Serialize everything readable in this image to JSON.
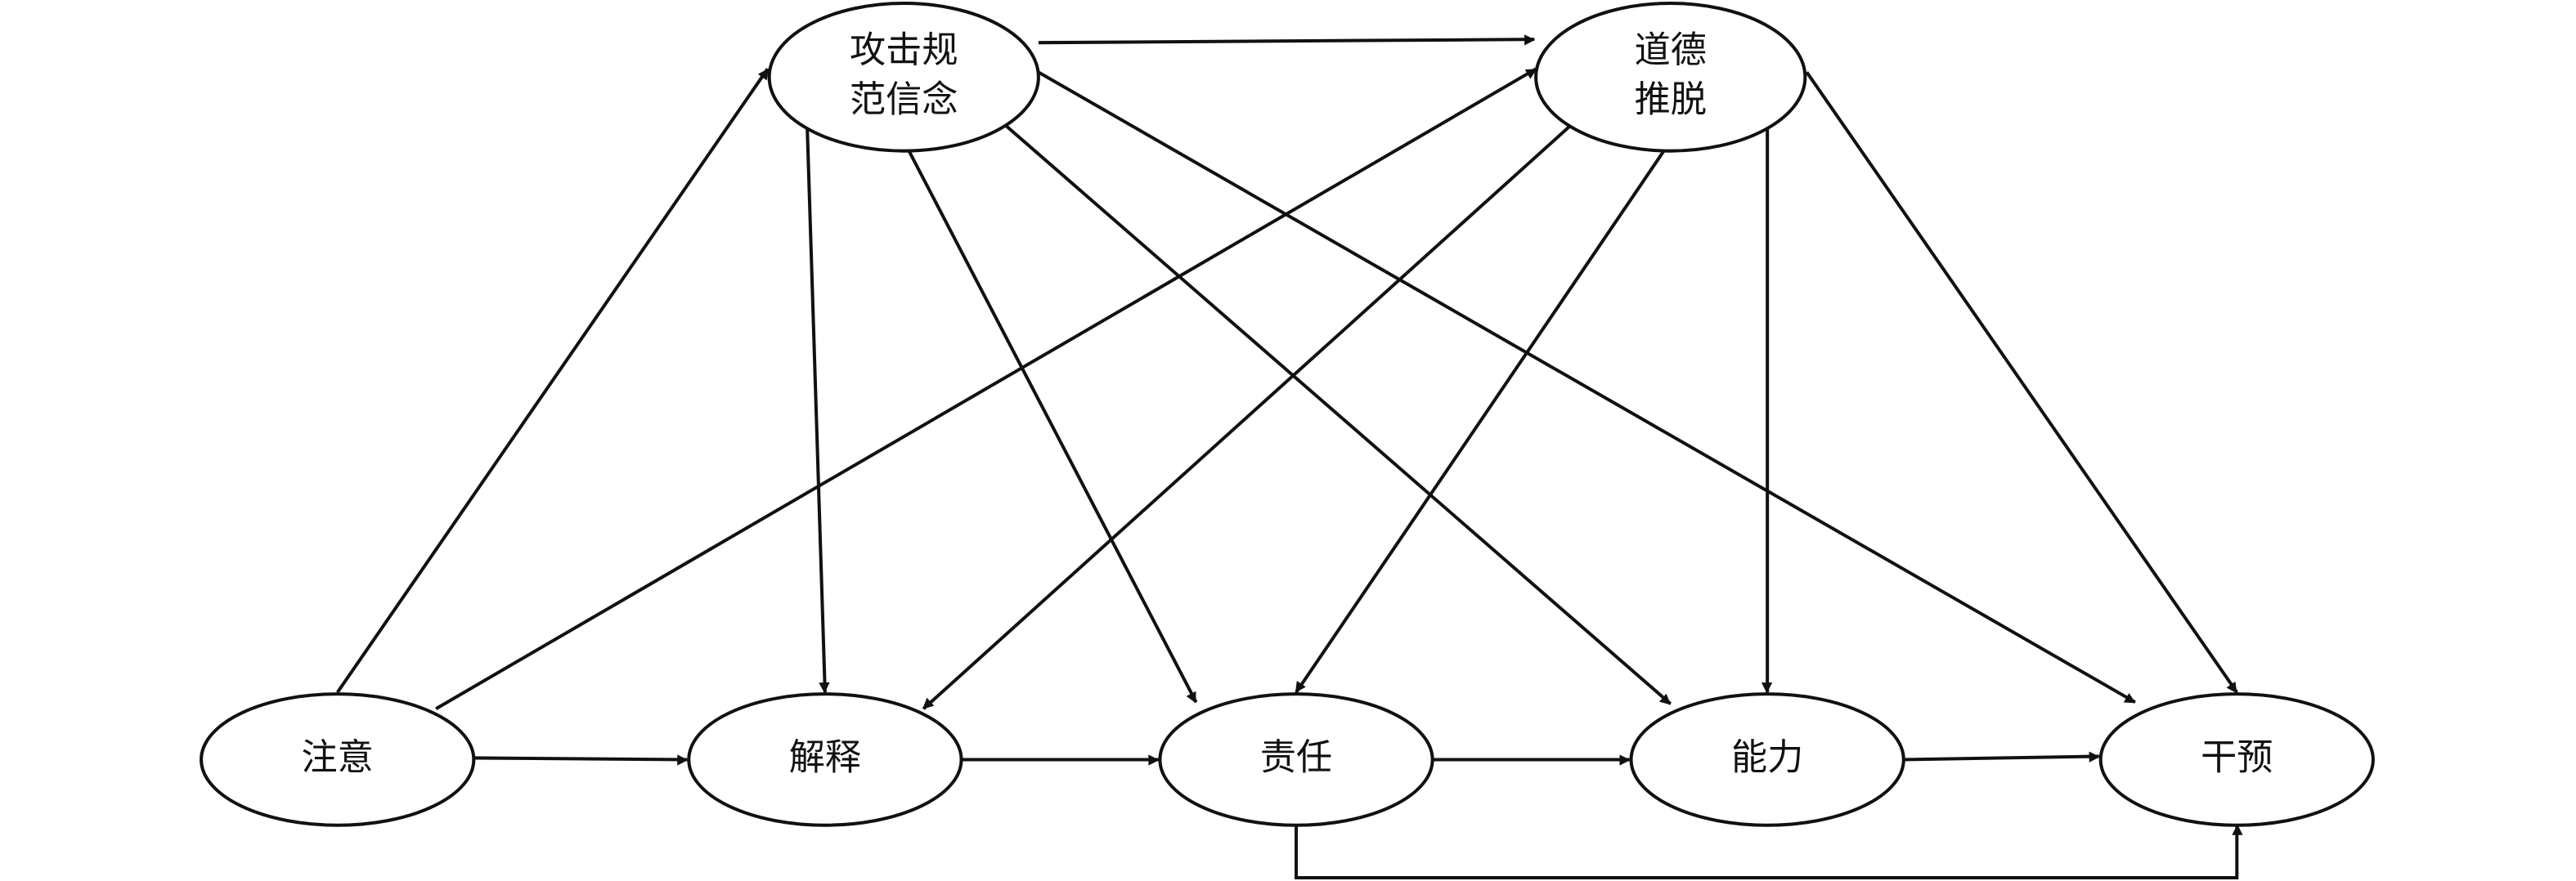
{
  "nodes": {
    "attention": {
      "label": [
        "注意"
      ]
    },
    "interpretation": {
      "label": [
        "解释"
      ]
    },
    "responsibility": {
      "label": [
        "责任"
      ]
    },
    "ability": {
      "label": [
        "能力"
      ]
    },
    "intervention": {
      "label": [
        "干预"
      ]
    },
    "aggression_norm": {
      "label": [
        "攻击规",
        "范信念"
      ]
    },
    "moral_disengagement": {
      "label": [
        "道德",
        "推脱"
      ]
    }
  },
  "edges": [
    {
      "from": "attention",
      "to": "aggression_norm"
    },
    {
      "from": "attention",
      "to": "moral_disengagement"
    },
    {
      "from": "attention",
      "to": "interpretation"
    },
    {
      "from": "aggression_norm",
      "to": "moral_disengagement"
    },
    {
      "from": "aggression_norm",
      "to": "interpretation"
    },
    {
      "from": "aggression_norm",
      "to": "responsibility"
    },
    {
      "from": "aggression_norm",
      "to": "ability"
    },
    {
      "from": "aggression_norm",
      "to": "intervention"
    },
    {
      "from": "moral_disengagement",
      "to": "interpretation"
    },
    {
      "from": "moral_disengagement",
      "to": "responsibility"
    },
    {
      "from": "moral_disengagement",
      "to": "ability"
    },
    {
      "from": "moral_disengagement",
      "to": "intervention"
    },
    {
      "from": "interpretation",
      "to": "responsibility"
    },
    {
      "from": "responsibility",
      "to": "ability"
    },
    {
      "from": "ability",
      "to": "intervention"
    },
    {
      "from": "responsibility",
      "to": "intervention",
      "routing": "elbow-below"
    }
  ]
}
